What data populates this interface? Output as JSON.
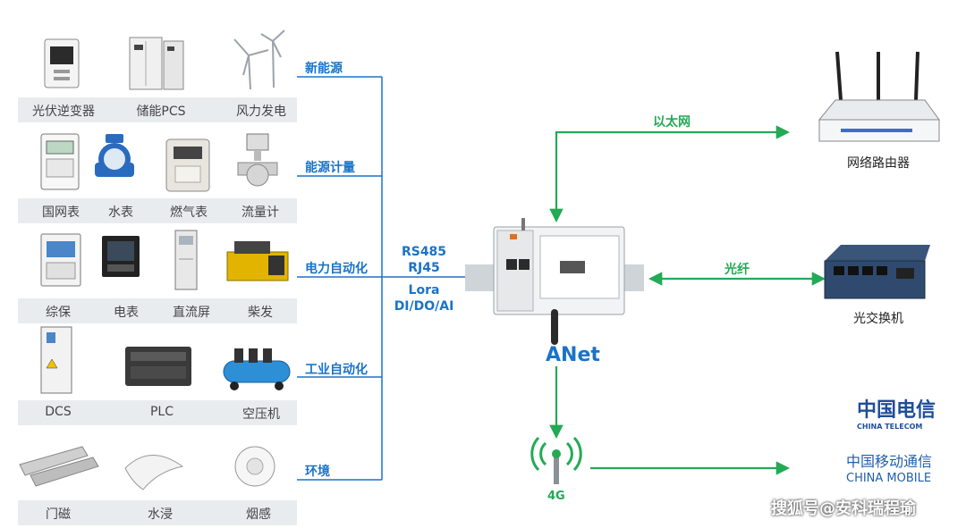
{
  "categories": [
    {
      "label": "新能源",
      "devices": [
        "光伏逆变器",
        "储能PCS",
        "风力发电"
      ]
    },
    {
      "label": "能源计量",
      "devices": [
        "国网表",
        "水表",
        "燃气表",
        "流量计"
      ]
    },
    {
      "label": "电力自动化",
      "devices": [
        "综保",
        "电表",
        "直流屏",
        "柴发"
      ]
    },
    {
      "label": "工业自动化",
      "devices": [
        "DCS",
        "PLC",
        "空压机"
      ]
    },
    {
      "label": "环境",
      "devices": [
        "门磁",
        "水浸",
        "烟感"
      ]
    }
  ],
  "protocols": [
    "RS485",
    "RJ45",
    "Lora",
    "DI/DO/AI"
  ],
  "gateway": {
    "name": "ANet"
  },
  "links": {
    "ethernet": "以太网",
    "fiber": "光纤",
    "cellular": "4G"
  },
  "endpoints": {
    "router": "网络路由器",
    "switch": "光交换机"
  },
  "carriers": {
    "telecom_cn": "中国电信",
    "telecom_en": "CHINA TELECOM",
    "mobile_cn": "中国移动通信",
    "mobile_en": "CHINA MOBILE"
  },
  "watermark": "搜狐号@安科瑞程瑜",
  "colors": {
    "category_blue": "#1a73c8",
    "link_green": "#22aa55",
    "band_gray": "#e9ecef",
    "telecom_blue": "#1f4e9a",
    "mobile_blue": "#1f5fb0"
  }
}
